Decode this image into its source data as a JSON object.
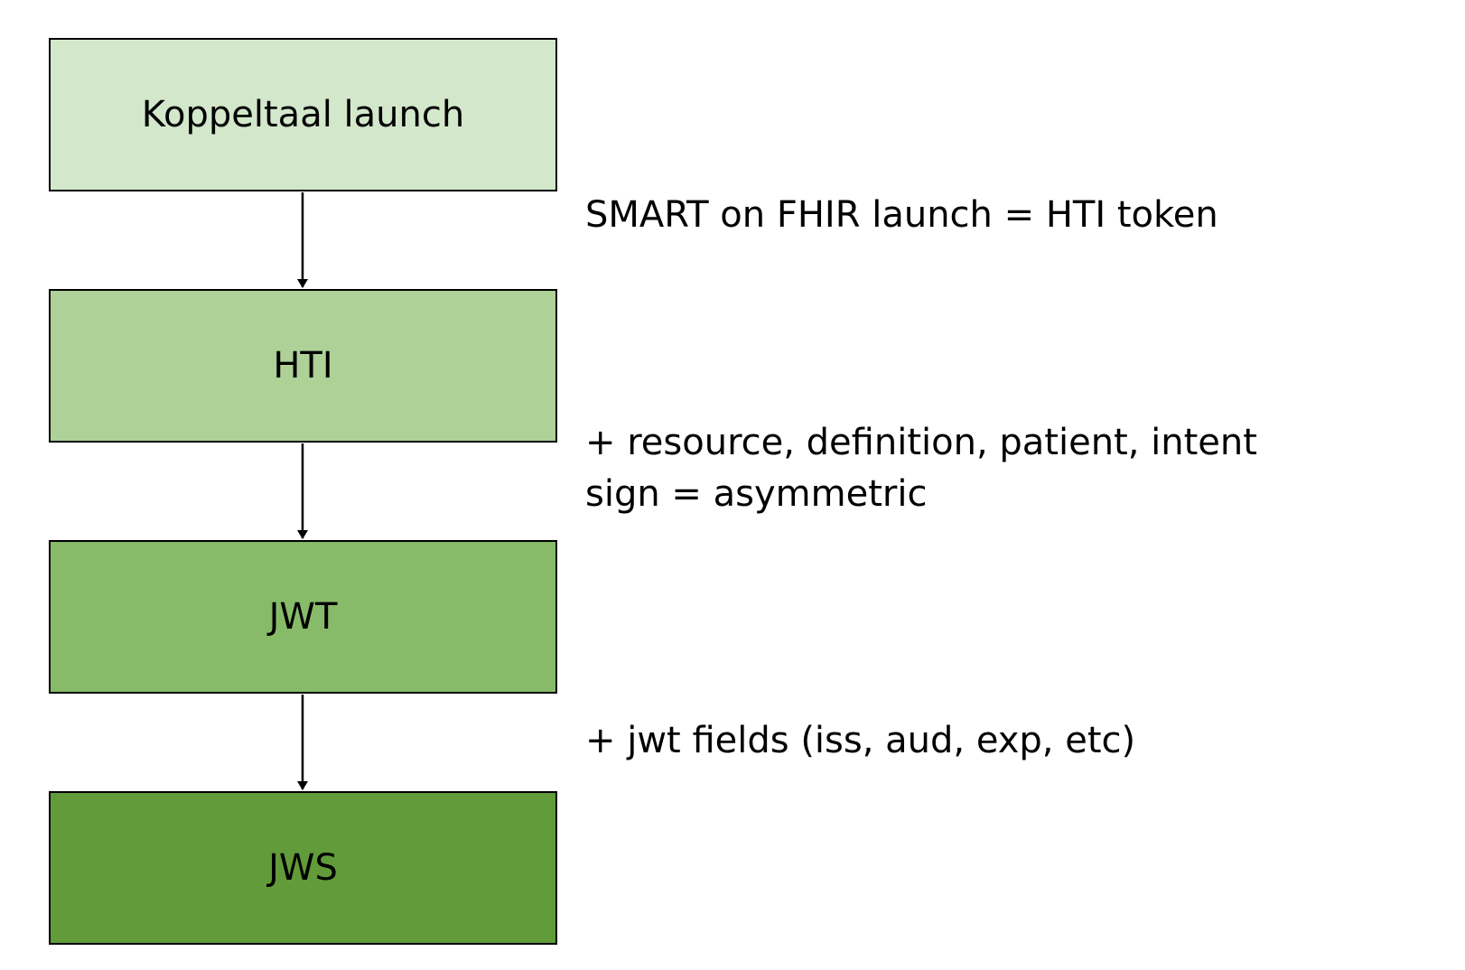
{
  "steps": [
    {
      "label": "Koppeltaal launch",
      "color": "#d3e8cb"
    },
    {
      "label": "HTI",
      "color": "#add197"
    },
    {
      "label": "JWT",
      "color": "#88bb69"
    },
    {
      "label": "JWS",
      "color": "#619b3a"
    }
  ],
  "transitions": [
    {
      "lines": [
        "SMART on FHIR launch = HTI token"
      ]
    },
    {
      "lines": [
        "+ resource, definition, patient, intent",
        "sign = asymmetric"
      ]
    },
    {
      "lines": [
        "+ jwt fields (iss, aud, exp, etc)"
      ]
    }
  ]
}
